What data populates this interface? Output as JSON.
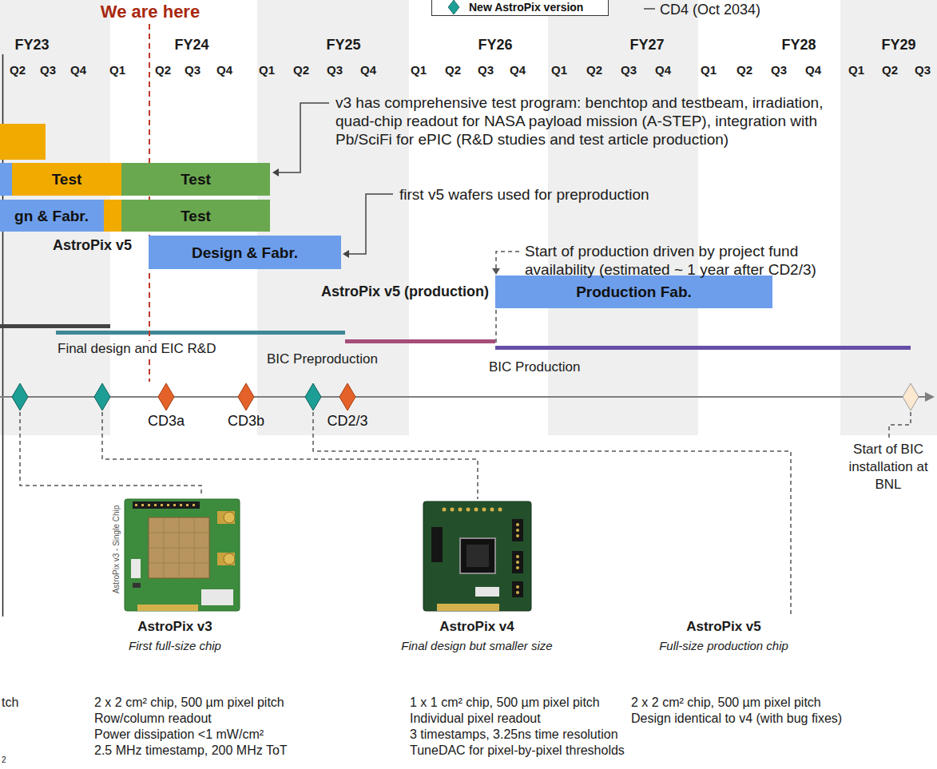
{
  "diagram": {
    "nodes": [
      {
        "text": [
          "Test"
        ]
      },
      {
        "text": [
          "Test"
        ]
      },
      {
        "text": [
          "gn & Fabr."
        ]
      },
      {
        "text": [
          "Test"
        ]
      },
      {
        "text": [
          "Design & Fabr."
        ]
      },
      {
        "text": [
          "Production Fab."
        ]
      },
      {
        "text": [
          "CD3a"
        ]
      },
      {
        "text": [
          "CD3b"
        ]
      },
      {
        "text": [
          "CD2/3"
        ]
      }
    ],
    "labels": [
      "We are here",
      "CD4 (Oct 2034)",
      "FY23",
      "FY24",
      "FY25",
      "FY26",
      "FY27",
      "FY28",
      "FY29",
      "Q2",
      "Q3",
      "Q4",
      "Q1",
      "Q2",
      "Q3",
      "Q4",
      "Q1",
      "Q2",
      "Q3",
      "Q4",
      "Q1",
      "Q2",
      "Q3",
      "Q4",
      "Q1",
      "Q2",
      "Q3",
      "Q4",
      "Q1",
      "Q2",
      "Q3",
      "Q4",
      "Q1",
      "Q2",
      "Q3",
      "v3 has comprehensive test program: benchtop and testbeam, irradiation, quad-chip readout for NASA payload mission (A-STEP), integration with Pb/SciFi for ePIC (R&D studies and test article production)",
      "first v5 wafers used for preproduction",
      "Start of production driven by project fund availability (estimated ~ 1 year after CD2/3)",
      "AstroPix v5",
      "AstroPix v5 (production)",
      "Final design and EIC R&D",
      "BIC Preproduction",
      "BIC Production",
      "Start of BIC installation at BNL",
      "AstroPix v3 - Single Chip",
      "AstroPix v3",
      "First full-size chip",
      "2 x 2 cm² chip, 500 µm pixel pitch",
      "Row/column readout",
      "Power dissipation <1 mW/cm²",
      "2.5 MHz timestamp, 200 MHz ToT",
      "AstroPix v4",
      "Final design but smaller size",
      "1 x 1 cm² chip, 500 µm pixel pitch",
      "Individual pixel readout",
      "3 timestamps, 3.25ns time resolution",
      "TuneDAC for pixel-by-pixel thresholds",
      "AstroPix v5",
      "Full-size production chip",
      "2 x 2 cm² chip, 500 µm pixel pitch",
      "Design identical to v4 (with bug fixes)",
      "tch",
      "2"
    ],
    "legend": [
      {
        "text": "New AstroPix version",
        "color": "#1d9e95"
      }
    ]
  }
}
